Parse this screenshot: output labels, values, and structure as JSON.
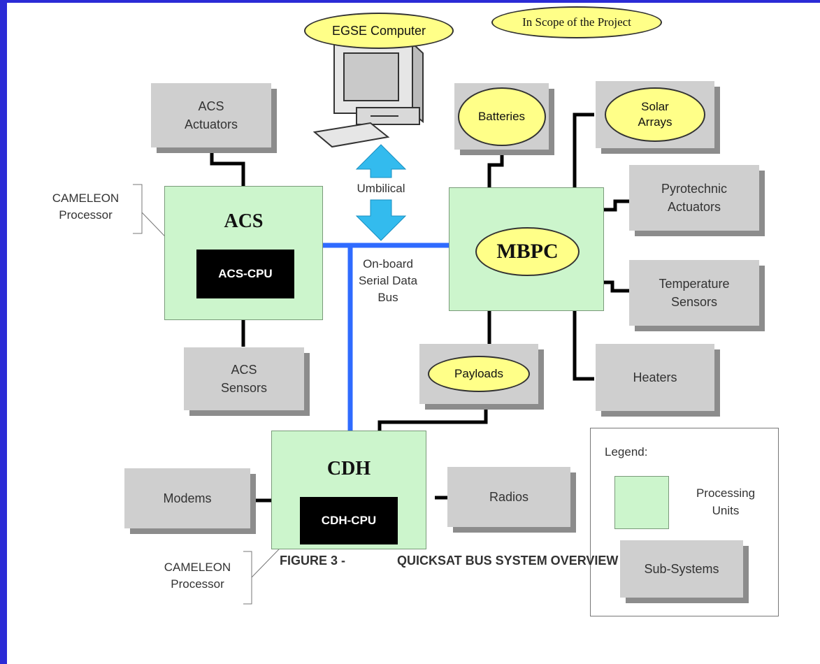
{
  "top_ellipses": {
    "egse": "EGSE Computer",
    "scope": "In Scope of the Project"
  },
  "subsystems": {
    "acs_actuators": [
      "ACS",
      "Actuators"
    ],
    "acs_sensors": [
      "ACS",
      "Sensors"
    ],
    "batteries": "Batteries",
    "solar_arrays": [
      "Solar",
      "Arrays"
    ],
    "pyrotechnic": [
      "Pyrotechnic",
      "Actuators"
    ],
    "temperature": [
      "Temperature",
      "Sensors"
    ],
    "heaters": "Heaters",
    "payloads": "Payloads",
    "modems": "Modems",
    "radios": "Radios"
  },
  "processors": {
    "acs": {
      "title": "ACS",
      "cpu": "ACS-CPU"
    },
    "mbpc": {
      "title": "MBPC"
    },
    "cdh": {
      "title": "CDH",
      "cpu": "CDH-CPU"
    }
  },
  "annotations": {
    "cameleon_top": [
      "CAMELEON",
      "Processor"
    ],
    "cameleon_bottom": [
      "CAMELEON",
      "Processor"
    ],
    "umbilical": "Umbilical",
    "bus": [
      "On-board",
      "Serial Data",
      "Bus"
    ]
  },
  "legend": {
    "title": "Legend:",
    "processing": [
      "Processing",
      "Units"
    ],
    "subsystems": "Sub-Systems"
  },
  "caption": {
    "number": "FIGURE 3 -",
    "title": "QUICKSAT BUS SYSTEM OVERVIEW"
  },
  "colors": {
    "background": "#2b2bd6",
    "processor": "#ccf5cc",
    "subsystem": "#cfcfcf",
    "ellipse": "#ffff88",
    "bus": "#2f6bff",
    "umbilical": "#33bbee"
  }
}
